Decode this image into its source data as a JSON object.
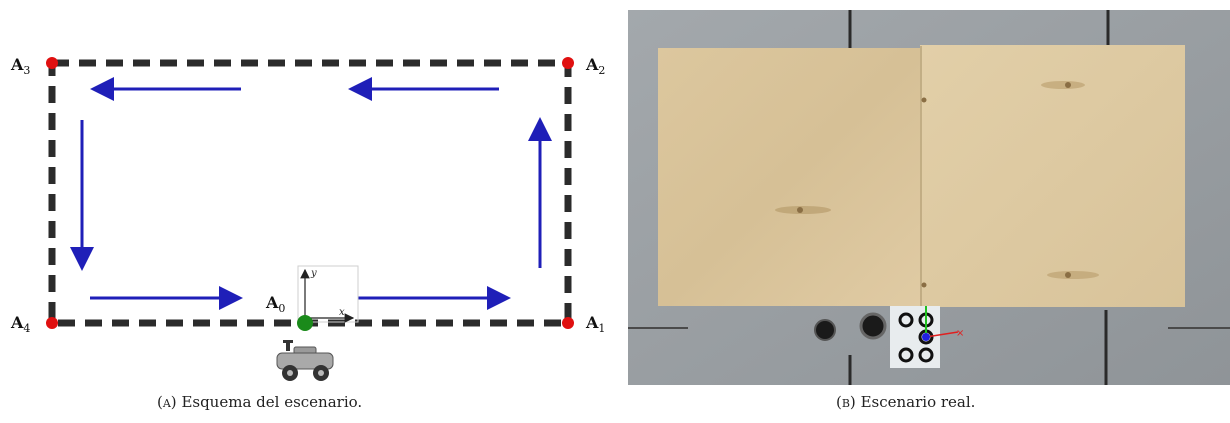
{
  "panel_a": {
    "corner_labels": {
      "a3": {
        "main": "A",
        "sub": "3"
      },
      "a2": {
        "main": "A",
        "sub": "2"
      },
      "a4": {
        "main": "A",
        "sub": "4"
      },
      "a1": {
        "main": "A",
        "sub": "1"
      },
      "a0": {
        "main": "A",
        "sub": "0"
      }
    },
    "axis_labels": {
      "y": "y",
      "x": "x"
    },
    "colors": {
      "path": "#2b2b2b",
      "arrows": "#1f1fb8",
      "corner_points": "#e01010",
      "origin_point": "#1a8a1a"
    },
    "caption": {
      "tag": "(a)",
      "text": "Esquema del escenario."
    }
  },
  "panel_b": {
    "colors": {
      "floor": "#9aa0a4",
      "board": "#d9c49b",
      "marker_x_axis": "#e02020",
      "marker_y_axis": "#20c020",
      "marker_z_axis": "#2020e0"
    },
    "caption": {
      "tag": "(b)",
      "text": "Escenario real."
    }
  }
}
